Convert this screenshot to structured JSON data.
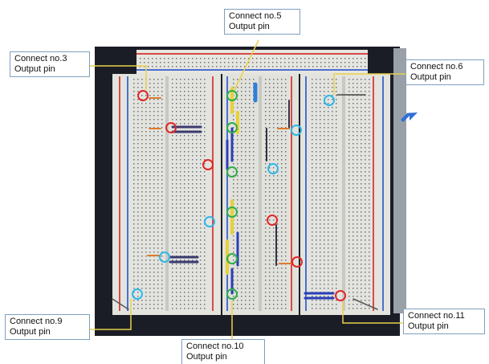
{
  "callouts": {
    "c3": {
      "line1": "Connect no.3",
      "line2": "Output pin"
    },
    "c5": {
      "line1": "Connect no.5",
      "line2": "Output pin"
    },
    "c6": {
      "line1": "Connect no.6",
      "line2": "Output pin"
    },
    "c9": {
      "line1": "Connect no.9",
      "line2": "Output pin"
    },
    "c10": {
      "line1": "Connect no.10",
      "line2": "Output pin"
    },
    "c11": {
      "line1": "Connect no.11",
      "line2": "Output pin"
    }
  },
  "colors": {
    "board_background": "#1b1d26",
    "breadboard": "#e4e4df",
    "hole": "#6d7280",
    "rail_red": "#d84a4a",
    "rail_blue": "#4a6fd0",
    "circle_red": "#e02828",
    "circle_cyan": "#2fb8e8",
    "circle_green": "#2fae48",
    "wire_yellow": "#e6d23a",
    "wire_blue": "#2a3fb8",
    "leader_line": "#e8d24a",
    "callout_border": "#7f9fbf"
  }
}
